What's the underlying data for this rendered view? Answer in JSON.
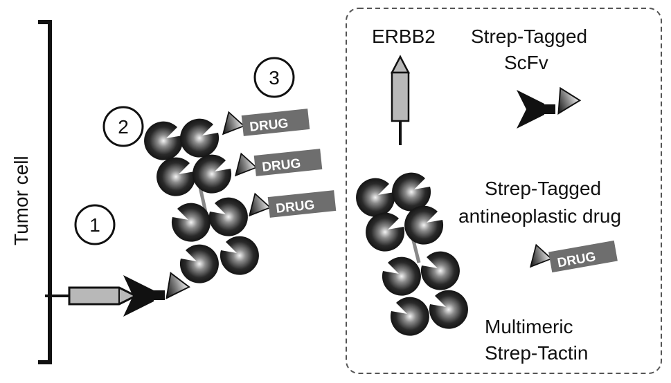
{
  "labels": {
    "tumor_cell": "Tumor cell",
    "step1": "1",
    "step2": "2",
    "step3": "3",
    "drug": "DRUG",
    "legend_erbb2": "ERBB2",
    "legend_scfv_line1": "Strep-Tagged",
    "legend_scfv_line2": "ScFv",
    "legend_drug_line1": "Strep-Tagged",
    "legend_drug_line2": "antineoplastic drug",
    "legend_tactin_line1": "Multimeric",
    "legend_tactin_line2": "Strep-Tactin"
  },
  "colors": {
    "ink": "#111111",
    "receptor_fill": "#b8b8b8",
    "drug_box": "#6e6e6e",
    "bead_light": "#f4f4f4",
    "bead_dark": "#111111",
    "legend_border": "#555555"
  },
  "icons": [
    "tumor-cell-bracket",
    "erbb2-receptor-icon",
    "scfv-antibody-icon",
    "strep-tag-icon",
    "strep-tactin-bead-icon",
    "drug-box-icon"
  ]
}
